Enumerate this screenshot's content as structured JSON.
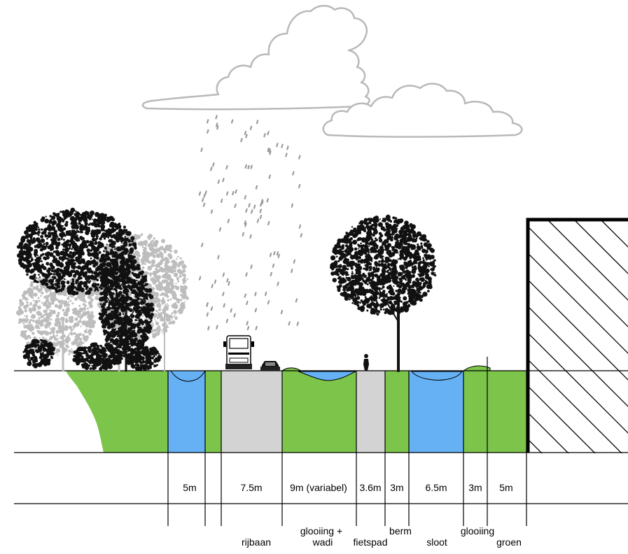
{
  "colors": {
    "grass": "#7cc44a",
    "water": "#66b0f4",
    "road": "#d3d3d3",
    "cloud_stroke": "#b9b9b9",
    "tree_dark": "#111111",
    "tree_light": "#bdbdbd",
    "building_hatch": "#000000"
  },
  "icons": {
    "clouds": "cloud-icon",
    "rain": "rain-drops",
    "trees": "tree-icon",
    "truck": "truck-icon",
    "car": "car-icon",
    "cyclist": "cyclist-icon",
    "building": "hatched-building"
  },
  "widths": {
    "w1": "5m",
    "w2": "7.5m",
    "w3": "9m (variabel)",
    "w4": "3.6m",
    "w5": "3m",
    "w6": "6.5m",
    "w7": "3m",
    "w8": "5m"
  },
  "names": {
    "rijbaan": "rijbaan",
    "glooiing_wadi_1": "glooiing +",
    "glooiing_wadi_2": "wadi",
    "fietspad": "fietspad",
    "berm": "berm",
    "sloot": "sloot",
    "glooiing": "glooiing",
    "groen": "groen"
  }
}
